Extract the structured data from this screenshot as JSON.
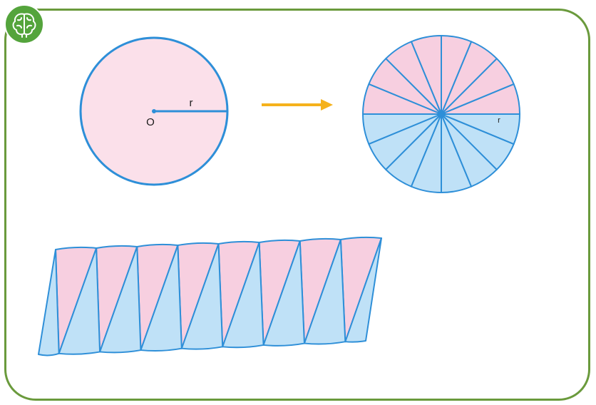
{
  "labels": {
    "radius": "r",
    "center": "O",
    "sector_radius": "r"
  },
  "diagram": {
    "sector_count": 16,
    "strip_pairs": 8
  },
  "colors": {
    "pink": "#f7cfe0",
    "pink_light": "#fbe0ea",
    "blue": "#bfe1f7",
    "stroke": "#2e8fd8",
    "arrow": "#f5b21c",
    "frame": "#6a9a3c",
    "logo": "#54a43c"
  },
  "icons": {
    "logo": "brain-icon"
  }
}
